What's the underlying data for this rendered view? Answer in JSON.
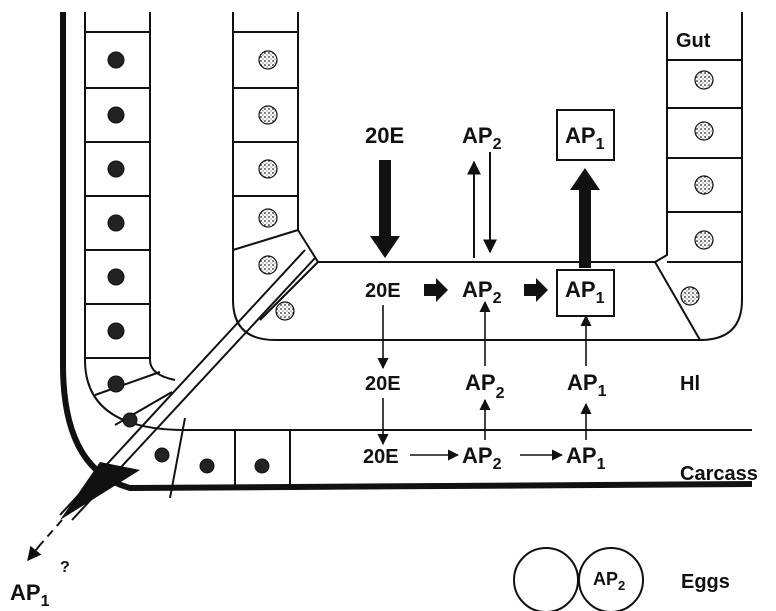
{
  "labels": {
    "gut": "Gut",
    "hl": "Hl",
    "carcass": "Carcass",
    "eggs": "Eggs",
    "ap1_out": "AP",
    "ap1_out_sub": "1",
    "question": "?"
  },
  "lumen": {
    "e20": "20E",
    "ap2": "AP",
    "ap2_sub": "2",
    "ap1": "AP",
    "ap1_sub": "1"
  },
  "epithelium": {
    "e20": "20E",
    "ap2": "AP",
    "ap2_sub": "2",
    "ap1": "AP",
    "ap1_sub": "1"
  },
  "hemolymph": {
    "e20": "20E",
    "ap2": "AP",
    "ap2_sub": "2",
    "ap1": "AP",
    "ap1_sub": "1"
  },
  "carcass_row": {
    "e20": "20E",
    "ap2": "AP",
    "ap2_sub": "2",
    "ap1": "AP",
    "ap1_sub": "1"
  },
  "egg": {
    "ap2": "AP",
    "ap2_sub": "2"
  }
}
